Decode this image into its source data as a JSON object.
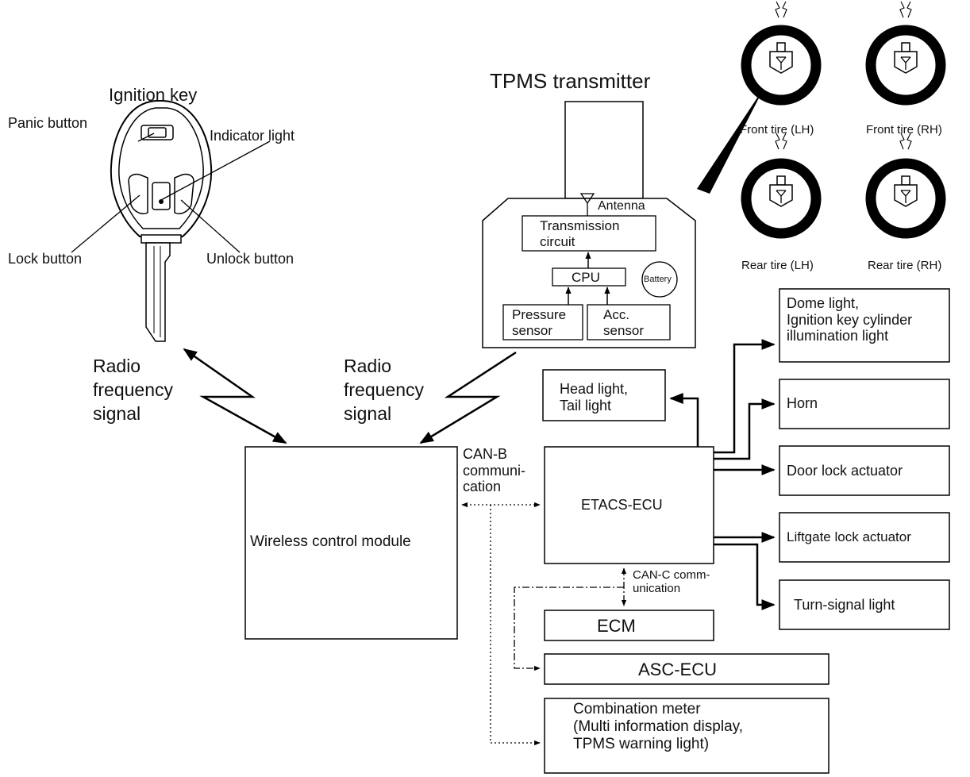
{
  "key": {
    "title": "Ignition key",
    "panic": "Panic button",
    "indicator": "Indicator light",
    "lock": "Lock button",
    "unlock": "Unlock button"
  },
  "rf_left": {
    "line1": "Radio",
    "line2": "frequency",
    "line3": "signal"
  },
  "rf_right": {
    "line1": "Radio",
    "line2": "frequency",
    "line3": "signal"
  },
  "tpms": {
    "title": "TPMS transmitter",
    "antenna": "Antenna",
    "circuit_line1": "Transmission",
    "circuit_line2": "circuit",
    "cpu": "CPU",
    "battery": "Battery",
    "pressure_line1": "Pressure",
    "pressure_line2": "sensor",
    "acc_line1": "Acc.",
    "acc_line2": "sensor"
  },
  "tires": {
    "front_lh": "Front tire (LH)",
    "front_rh": "Front tire (RH)",
    "rear_lh": "Rear tire (LH)",
    "rear_rh": "Rear tire (RH)"
  },
  "modules": {
    "wcm": "Wireless control module",
    "etacs": "ETACS-ECU",
    "ecm": "ECM",
    "asc": "ASC-ECU",
    "combo_line1": "Combination meter",
    "combo_line2": "(Multi information display,",
    "combo_line3": "TPMS warning light)"
  },
  "outputs": {
    "dome_line1": "Dome light,",
    "dome_line2": "Ignition key cylinder",
    "dome_line3": "illumination light",
    "head_line1": "Head light,",
    "head_line2": "Tail light",
    "horn": "Horn",
    "door": "Door lock actuator",
    "liftgate": "Liftgate lock actuator",
    "turn": "Turn-signal light"
  },
  "comms": {
    "canb_line1": "CAN-B",
    "canb_line2": "communi-",
    "canb_line3": "cation",
    "canc_line1": "CAN-C comm-",
    "canc_line2": "unication"
  }
}
